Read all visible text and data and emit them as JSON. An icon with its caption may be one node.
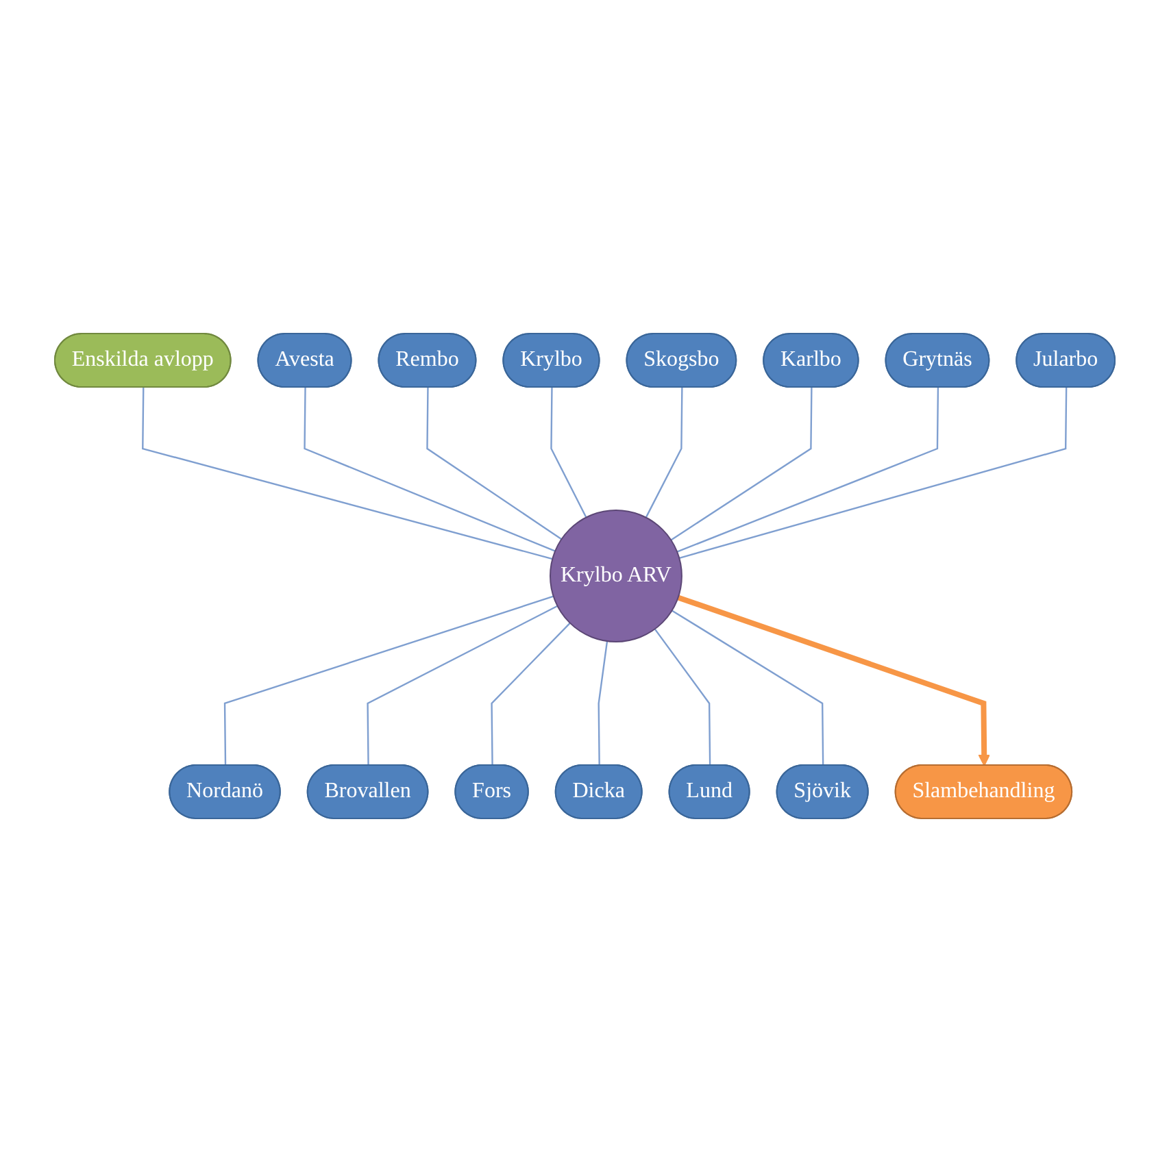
{
  "diagram": {
    "nodes": [
      {
        "text": [
          "Enskilda avlopp"
        ]
      },
      {
        "text": [
          "Avesta"
        ]
      },
      {
        "text": [
          "Rembo"
        ]
      },
      {
        "text": [
          "Krylbo"
        ]
      },
      {
        "text": [
          "Skogsbo"
        ]
      },
      {
        "text": [
          "Karlbo"
        ]
      },
      {
        "text": [
          "Krylbo ARV"
        ]
      },
      {
        "text": [
          "Grytnäs"
        ]
      },
      {
        "text": [
          "Jularbo"
        ]
      },
      {
        "text": [
          "Nordanö"
        ]
      },
      {
        "text": [
          "Brovallen"
        ]
      },
      {
        "text": [
          "Fors"
        ]
      },
      {
        "text": [
          "Dicka"
        ]
      },
      {
        "text": [
          "Lund"
        ]
      },
      {
        "text": [
          "Sjövik"
        ]
      },
      {
        "text": [
          "Slambehandling"
        ]
      }
    ],
    "edges": [
      {
        "from": 0,
        "to": 6,
        "arrow": "none"
      },
      {
        "from": 1,
        "to": 6,
        "arrow": "none"
      },
      {
        "from": 2,
        "to": 6,
        "arrow": "none"
      },
      {
        "from": 3,
        "to": 6,
        "arrow": "none"
      },
      {
        "from": 4,
        "to": 6,
        "arrow": "none"
      },
      {
        "from": 5,
        "to": 6,
        "arrow": "none"
      },
      {
        "from": 7,
        "to": 6,
        "arrow": "none"
      },
      {
        "from": 8,
        "to": 6,
        "arrow": "none"
      },
      {
        "from": 6,
        "to": 9,
        "arrow": "none"
      },
      {
        "from": 6,
        "to": 10,
        "arrow": "none"
      },
      {
        "from": 6,
        "to": 11,
        "arrow": "none"
      },
      {
        "from": 6,
        "to": 12,
        "arrow": "none"
      },
      {
        "from": 6,
        "to": 13,
        "arrow": "none"
      },
      {
        "from": 6,
        "to": 14,
        "arrow": "none"
      },
      {
        "from": 6,
        "to": 15,
        "arrow": "to",
        "style": "thick",
        "color": "#f79646"
      }
    ]
  }
}
